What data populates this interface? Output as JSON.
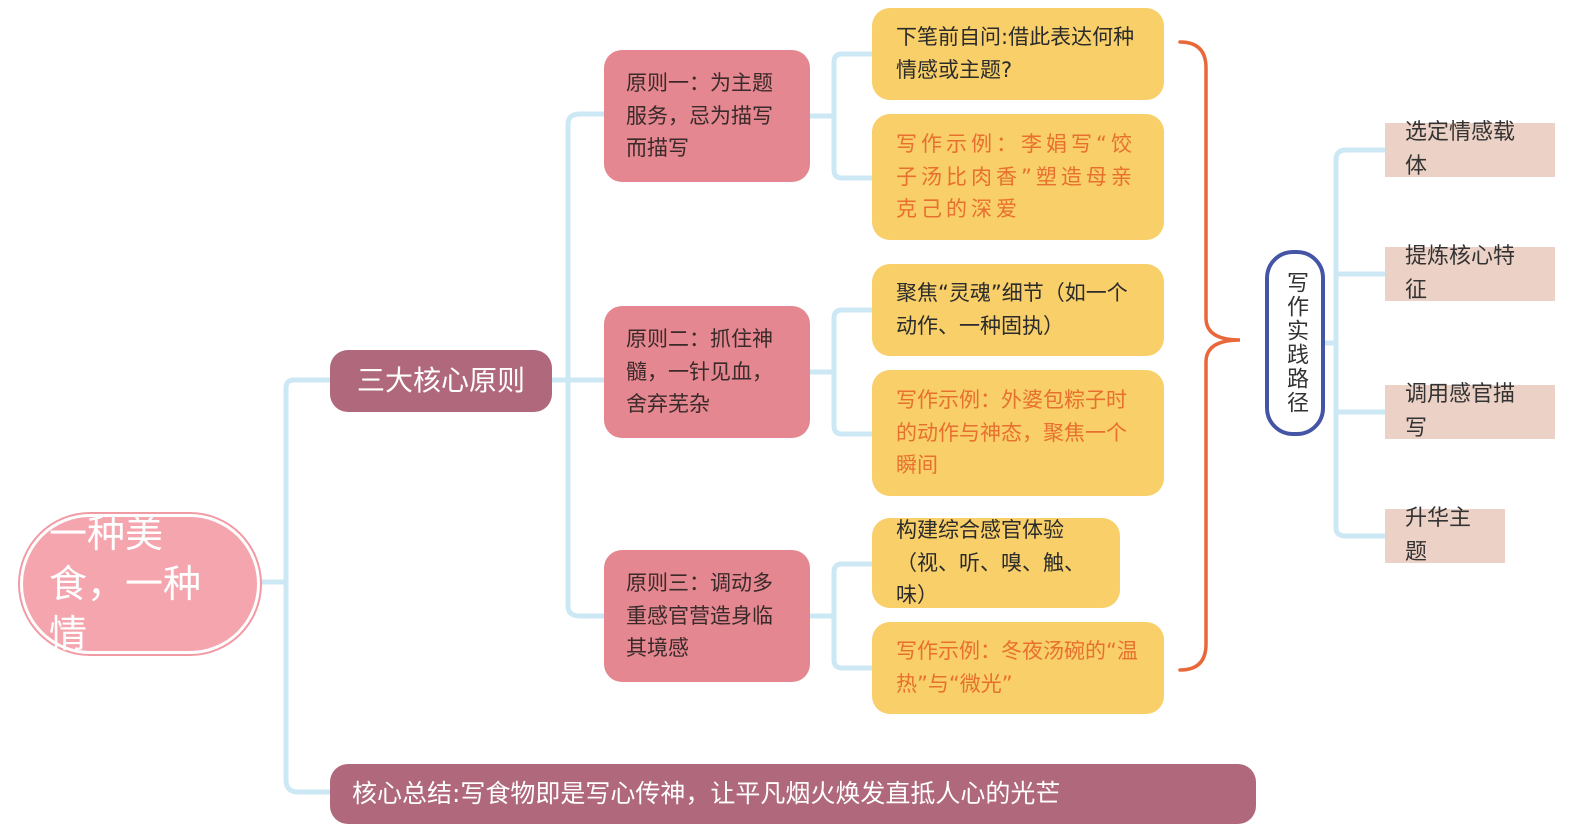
{
  "diagram": {
    "root": {
      "label": "一种美食，一种情"
    },
    "hub": {
      "label": "三大核心原则"
    },
    "principles": [
      {
        "label": "原则一：为主题服务，忌为描写而描写",
        "question": "下笔前自问:借此表达何种情感或主题?",
        "example": "写作示例：李娟写“饺子汤比肉香”塑造母亲克己的深爱"
      },
      {
        "label": "原则二：抓住神髓，一针见血，舍弃芜杂",
        "question": "聚焦“灵魂”细节（如一个动作、一种固执）",
        "example": "写作示例：外婆包粽子时的动作与神态，聚焦一个瞬间"
      },
      {
        "label": "原则三：调动多重感官营造身临其境感",
        "question": "构建综合感官体验（视、听、嗅、触、味）",
        "example": "写作示例：冬夜汤碗的“温热”与“微光”"
      }
    ],
    "practice": {
      "label": "写作实践路径",
      "steps": [
        "选定情感载体",
        "提炼核心特征",
        "调用感官描写",
        "升华主题"
      ]
    },
    "summary": "核心总结:写食物即是写心传神，让平凡烟火焕发直抵人心的光芒",
    "colors": {
      "connector": "#cde8f5",
      "bracket": "#e8683a",
      "root": "#f4a5ad",
      "hub": "#b0687c",
      "principle": "#e48790",
      "note": "#f8cf68",
      "example_text": "#e8702e",
      "path_border": "#4455a6",
      "step": "#ecd2c6"
    }
  }
}
